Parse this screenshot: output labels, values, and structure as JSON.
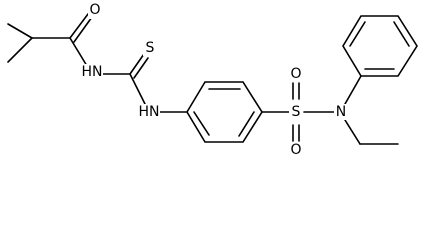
{
  "molecule": {
    "atoms": {
      "carbonyl_oxygen": "O",
      "amide_nitrogen": "HN",
      "thiocarbonyl_sulfur": "S",
      "thiourea_nitrogen": "HN",
      "sulfonyl_sulfur": "S",
      "sulfonyl_oxygen_top": "O",
      "sulfonyl_oxygen_bottom": "O",
      "sulfonamide_nitrogen": "N"
    }
  }
}
